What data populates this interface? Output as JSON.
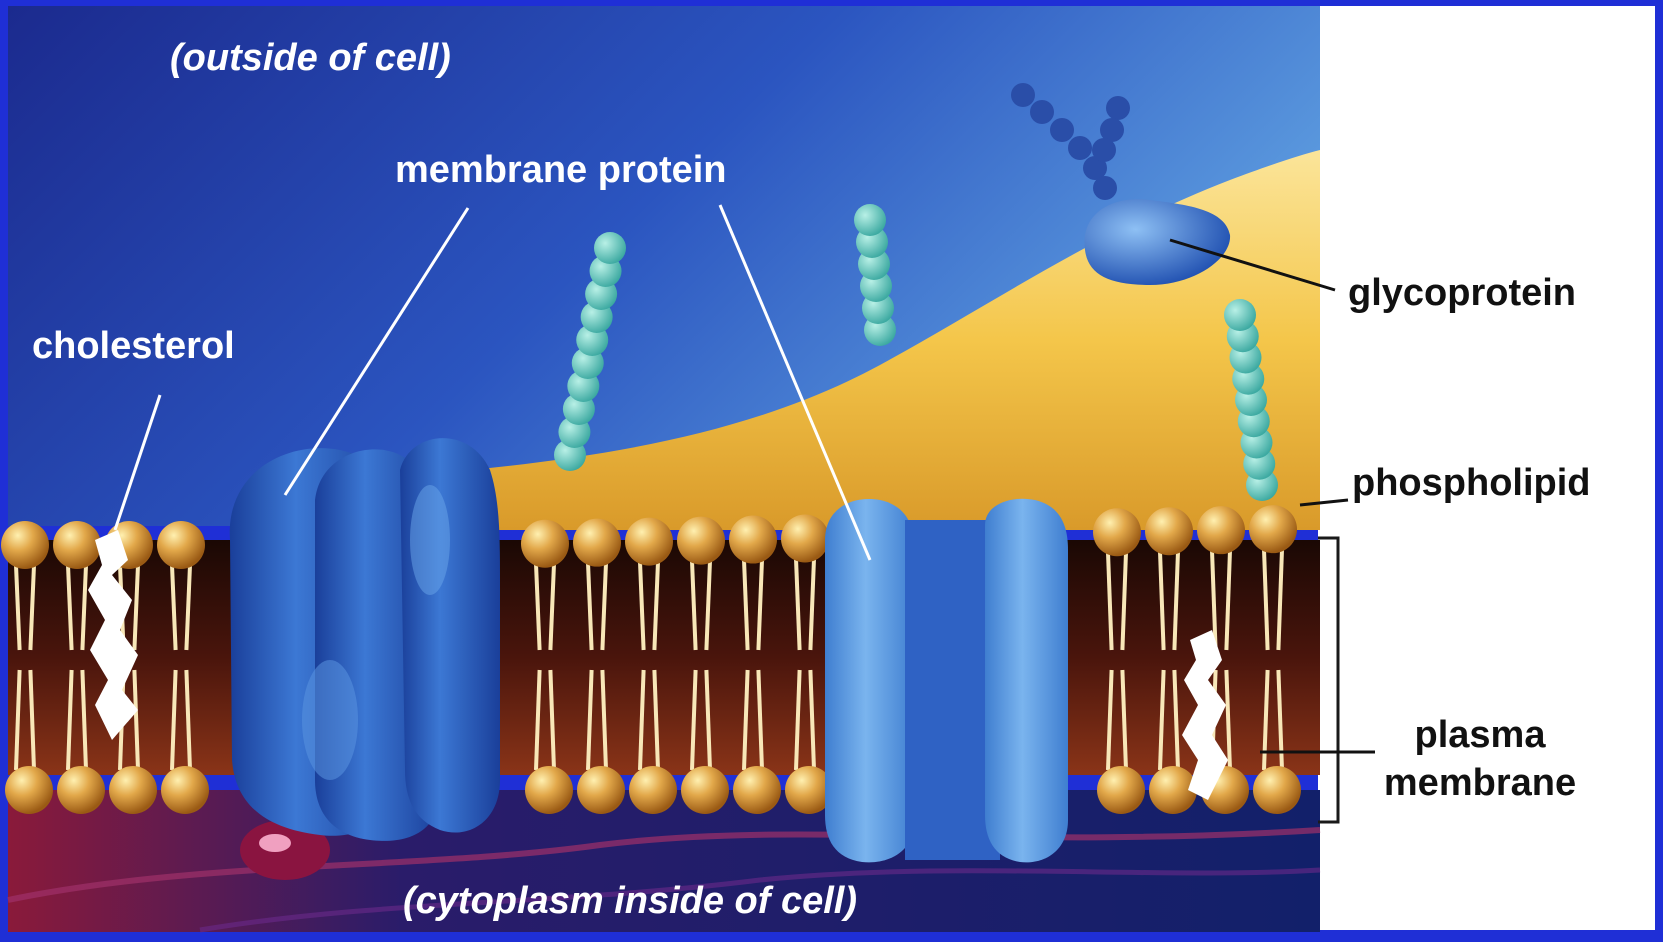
{
  "labels": {
    "outside": "(outside of cell)",
    "membrane_protein": "membrane protein",
    "cholesterol": "cholesterol",
    "glycoprotein": "glycoprotein",
    "phospholipid": "phospholipid",
    "plasma_membrane_line1": "plasma",
    "plasma_membrane_line2": "membrane",
    "cytoplasm": "(cytoplasm inside of cell)"
  },
  "colors": {
    "frame": "#1f2fd6",
    "outside_dark": "#1c2f9a",
    "outside_light": "#4a7cd0",
    "extracellular_matrix": "#f2c648",
    "phospholipid_head": "#d89a3a",
    "lipid_core": "#5a1e12",
    "protein_dark": "#2a5fc0",
    "protein_light": "#5f9be0",
    "carbohydrate": "#5fc8c0",
    "cholesterol": "#ffffff",
    "cytoplasm": "#1a2670",
    "label_white": "#ffffff",
    "label_dark": "#111111",
    "panel_white": "#ffffff"
  }
}
